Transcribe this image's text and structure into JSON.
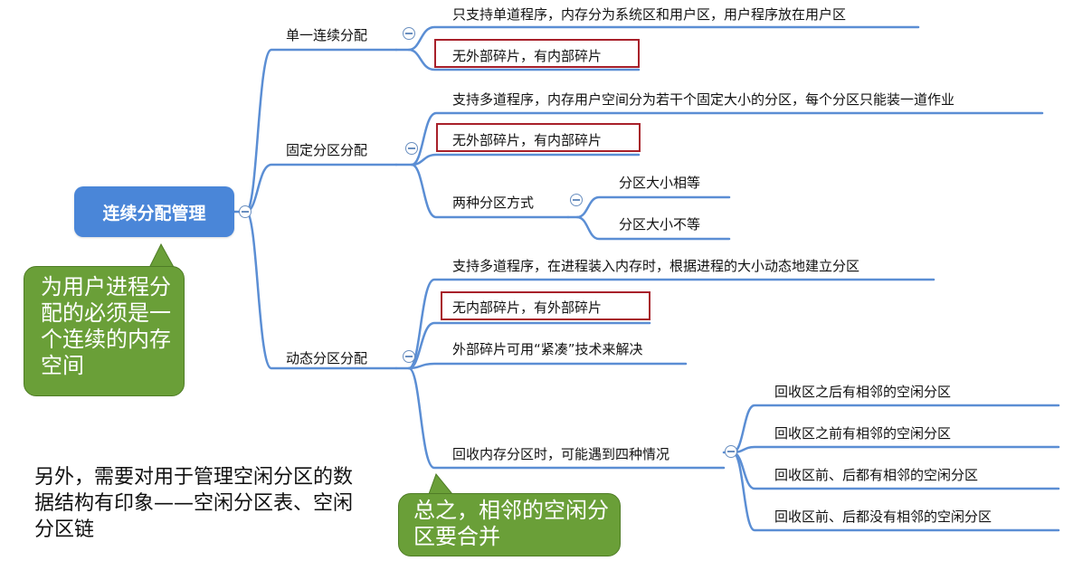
{
  "root": "连续分配管理",
  "branches": [
    {
      "label": "单一连续分配",
      "items": [
        "只支持单道程序，内存分为系统区和用户区，用户程序放在用户区",
        "无外部碎片，有内部碎片"
      ]
    },
    {
      "label": "固定分区分配",
      "items": [
        "支持多道程序，内存用户空间分为若干个固定大小的分区，每个分区只能装一道作业",
        "无外部碎片，有内部碎片",
        "两种分区方式"
      ],
      "sub": [
        "分区大小相等",
        "分区大小不等"
      ]
    },
    {
      "label": "动态分区分配",
      "items": [
        "支持多道程序，在进程装入内存时，根据进程的大小动态地建立分区",
        "无内部碎片，有外部碎片",
        "外部碎片可用“紧凑”技术来解决",
        "回收内存分区时，可能遇到四种情况"
      ],
      "sub": [
        "回收区之后有相邻的空闲分区",
        "回收区之前有相邻的空闲分区",
        "回收区前、后都有相邻的空闲分区",
        "回收区前、后都没有相邻的空闲分区"
      ]
    }
  ],
  "callout_left": "为用户进程分配的必须是一个连续的内存空间",
  "callout_bottom": "总之，相邻的空闲分区要合并",
  "note": "另外，需要对用于管理空闲分区的数据结构有印象——空闲分区表、空闲分区链",
  "colors": {
    "line": "#5b8ed4",
    "root": "#4a86d8",
    "callout": "#6a9f38",
    "highlight_box": "#a8202a"
  }
}
